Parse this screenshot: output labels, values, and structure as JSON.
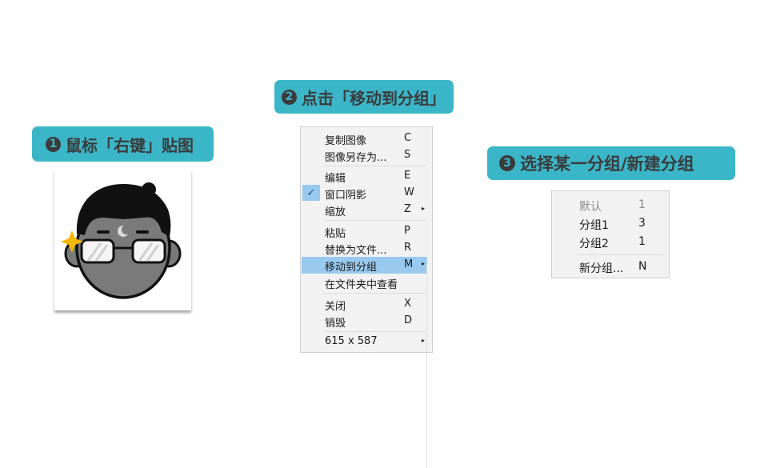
{
  "steps": [
    {
      "number": "1",
      "label": "鼠标「右键」贴图"
    },
    {
      "number": "2",
      "label": "点击「移动到分组」"
    },
    {
      "number": "3",
      "label": "选择某一分组/新建分组"
    }
  ],
  "avatar": {
    "description": "cartoon face with glasses and sparkle",
    "accent_color": "#f5b800"
  },
  "context_menu": {
    "items": [
      {
        "label": "复制图像",
        "shortcut": "C"
      },
      {
        "label": "图像另存为...",
        "shortcut": "S"
      },
      {
        "label": "编辑",
        "shortcut": "E"
      },
      {
        "label": "窗口阴影",
        "shortcut": "W",
        "checked": true
      },
      {
        "label": "缩放",
        "shortcut": "Z",
        "submenu": true
      },
      {
        "label": "粘贴",
        "shortcut": "P"
      },
      {
        "label": "替换为文件...",
        "shortcut": "R"
      },
      {
        "label": "移动到分组",
        "shortcut": "M",
        "submenu": true,
        "highlighted": true
      },
      {
        "label": "在文件夹中查看",
        "shortcut": ""
      },
      {
        "label": "关闭",
        "shortcut": "X"
      },
      {
        "label": "销毁",
        "shortcut": "D"
      },
      {
        "label": "615 x 587",
        "shortcut": "",
        "submenu": true
      }
    ],
    "check_glyph": "✓",
    "arrow_glyph": "▸",
    "highlight_color": "#99c9ef"
  },
  "group_menu": {
    "items": [
      {
        "label": "默认",
        "count": "1",
        "disabled": true
      },
      {
        "label": "分组1",
        "count": "3"
      },
      {
        "label": "分组2",
        "count": "1"
      },
      {
        "label": "新分组...",
        "count": "N"
      }
    ]
  },
  "colors": {
    "label_bg": "#3bb6c9",
    "label_text": "#3b3b3b"
  }
}
